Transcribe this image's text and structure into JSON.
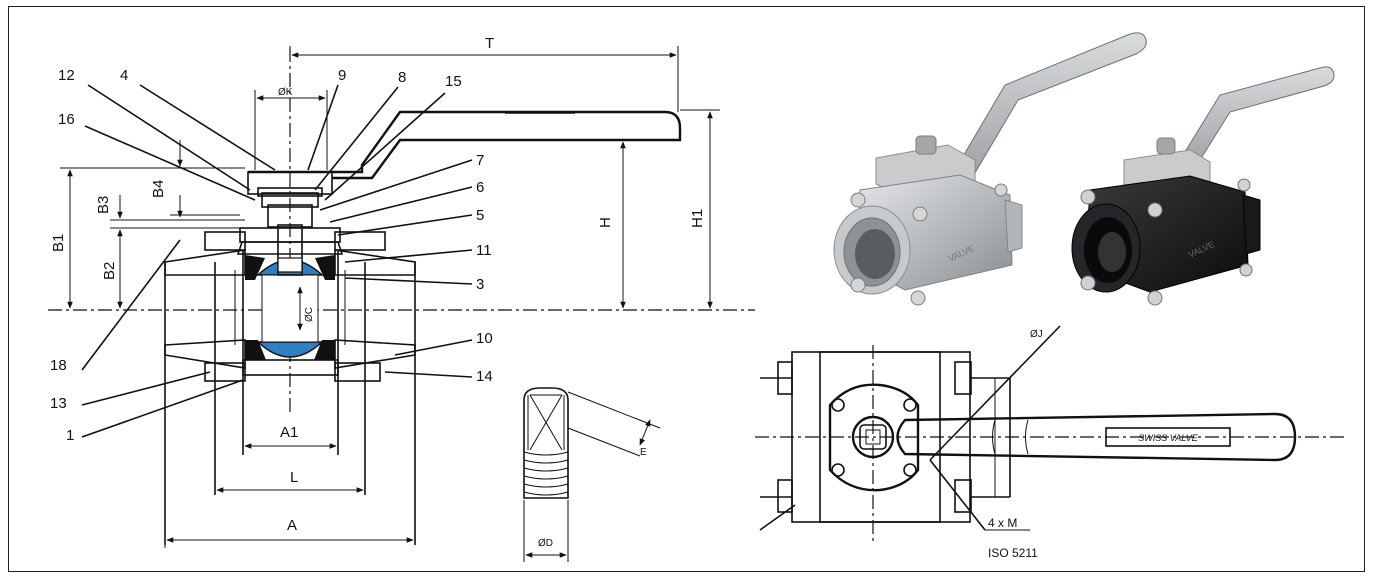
{
  "cross_section": {
    "part_numbers": [
      "12",
      "4",
      "9",
      "8",
      "15",
      "16",
      "7",
      "6",
      "5",
      "11",
      "3",
      "18",
      "10",
      "14",
      "13",
      "1"
    ],
    "dimensions": {
      "T": "T",
      "OK": "ØK",
      "B4": "B4",
      "B3": "B3",
      "B1": "B1",
      "B2": "B2",
      "H": "H",
      "H1": "H1",
      "OC": "ØC",
      "A1": "A1",
      "L": "L",
      "A": "A"
    }
  },
  "stem_detail": {
    "E": "E",
    "OD": "ØD"
  },
  "top_view": {
    "OJ": "ØJ",
    "handle_text": "SWISS VALVE",
    "bolt_spec": "4 x M",
    "standard": "ISO 5211"
  },
  "photos": {
    "left": {
      "name": "stainless-steel-valve",
      "body_color": "#b9bcbf"
    },
    "right": {
      "name": "black-coated-valve",
      "body_color": "#1c1c1e"
    }
  },
  "colors": {
    "ball": "#2f7fc4",
    "seal": "#b5b5b5",
    "line": "#111111"
  }
}
